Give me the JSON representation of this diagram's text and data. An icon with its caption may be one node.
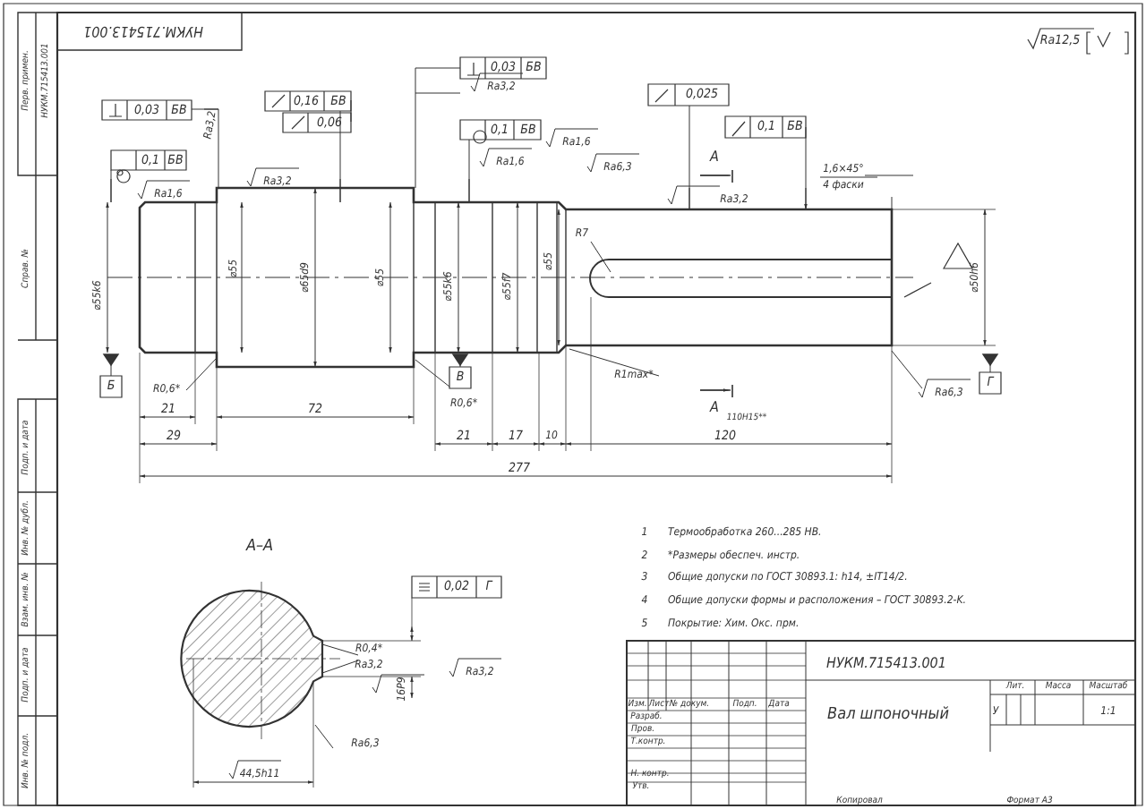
{
  "diagram": {
    "labels": [
      "НУКМ.715413.001",
      "Перв. примен.",
      "НУКМ.715413.001",
      "Справ. №",
      "Подп. и дата",
      "Инв. № дубл.",
      "Взам. инв. №",
      "Подп. и дата",
      "Инв. № подл.",
      "0,03",
      "БВ",
      "0,1",
      "БВ",
      "0,16",
      "БВ",
      "0,06",
      "0,03",
      "БВ",
      "0,1",
      "БВ",
      "0,025",
      "0,1",
      "БВ",
      "Ra12,5",
      "Ra3,2",
      "Ra1,6",
      "Ra3,2",
      "Ra3,2",
      "Ra1,6",
      "Ra1,6",
      "Ra6,3",
      "Ra3,2",
      "Ra6,3",
      "⌀55k6",
      "⌀55",
      "⌀65d9",
      "⌀55",
      "⌀55k6",
      "⌀55f7",
      "⌀55",
      "⌀50h6",
      "R0,6*",
      "21",
      "72",
      "R0,6*",
      "29",
      "21",
      "17",
      "10",
      "120",
      "277",
      "R7",
      "R1max*",
      "1,6×45°",
      "4 фаски",
      "А",
      "А",
      "110H15**",
      "Б",
      "В",
      "Г",
      "А–А",
      "0,02",
      "Г",
      "R0,4*",
      "Ra3,2",
      "Ra3,2",
      "16P9",
      "Ra6,3",
      "44,5h11",
      "1",
      "Термообработка 260...285 HB.",
      "2",
      "*Размеры обеспеч. инстр.",
      "3",
      "Общие допуски по ГОСТ 30893.1: h14, ±IT14/2.",
      "4",
      "Общие допуски формы и расположения – ГОСТ 30893.2-K.",
      "5",
      "Покрытие: Хим. Окс. прм.",
      "НУКМ.715413.001",
      "Изм.",
      "Лист",
      "№ докум.",
      "Подп.",
      "Дата",
      "Разраб.",
      "Пров.",
      "Т.контр.",
      "Н. контр.",
      "Утв.",
      "Вал шпоночный",
      "Лит.",
      "Масса",
      "Масштаб",
      "У",
      "1:1",
      "Копировал",
      "Формат A3"
    ]
  }
}
